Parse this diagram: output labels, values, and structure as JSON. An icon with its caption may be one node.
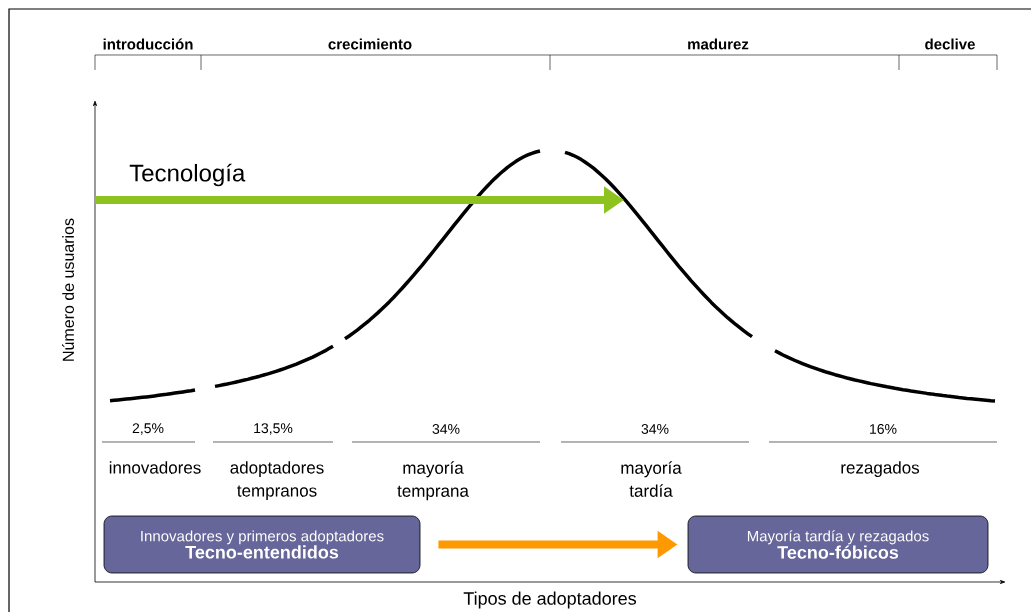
{
  "diagram": {
    "nodes": [
      {
        "text": [
          "Innovadores y primeros adoptadores",
          "Tecno-entendidos"
        ]
      },
      {
        "text": [
          "Mayoría tardía y rezagados",
          "Tecno-fóbicos"
        ]
      }
    ],
    "edges": [
      {
        "from": 0,
        "to": 1,
        "arrow": "to",
        "color": "#ff9900"
      }
    ],
    "labels": [
      "introducción",
      "crecimiento",
      "madurez",
      "declive",
      "Tecnología",
      "2,5%",
      "13,5%",
      "34%",
      "34%",
      "16%",
      "innovadores",
      "adoptadores tempranos",
      "mayoría temprana",
      "mayoría tardía",
      "rezagados",
      "Número de usuarios",
      "Tipos de adoptadores"
    ]
  }
}
